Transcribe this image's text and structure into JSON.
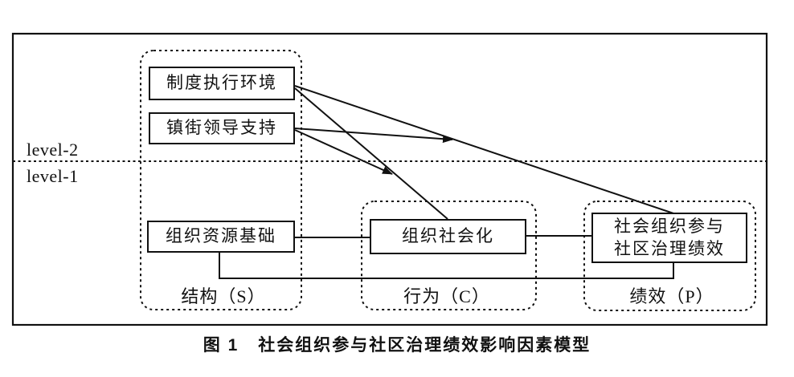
{
  "figure": {
    "levels": {
      "level2_label": "level-2",
      "level1_label": "level-1"
    },
    "boxes": {
      "institution": "制度执行环境",
      "leadership": "镇街领导支持",
      "resource": "组织资源基础",
      "socialization": "组织社会化",
      "performance": {
        "line1": "社会组织参与",
        "line2": "社区治理绩效"
      }
    },
    "groups": {
      "structure": "结构（S）",
      "conduct": "行为（C）",
      "performance": "绩效（P）"
    },
    "caption": {
      "tag": "图 1",
      "title": "社会组织参与社区治理绩效影响因素模型"
    },
    "colors": {
      "ink": "#111111",
      "background": "#ffffff"
    }
  }
}
